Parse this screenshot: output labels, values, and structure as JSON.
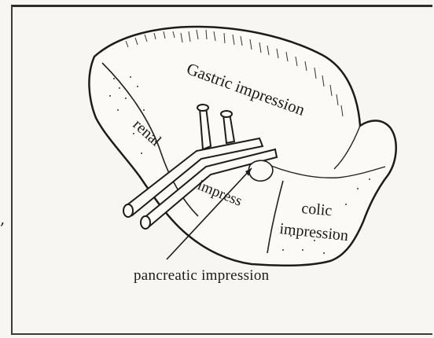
{
  "figure": {
    "labels": {
      "gastric": "Gastric impression",
      "renal": "renal",
      "colic_line1": "colic",
      "colic_line2": "impression",
      "impress": "impress",
      "pancreatic": "pancreatic impression"
    },
    "margin_mark": ",",
    "colors": {
      "ink": "#1a1a1a",
      "paper": "#f7f6f3",
      "frame": "#2e2e2e"
    }
  }
}
